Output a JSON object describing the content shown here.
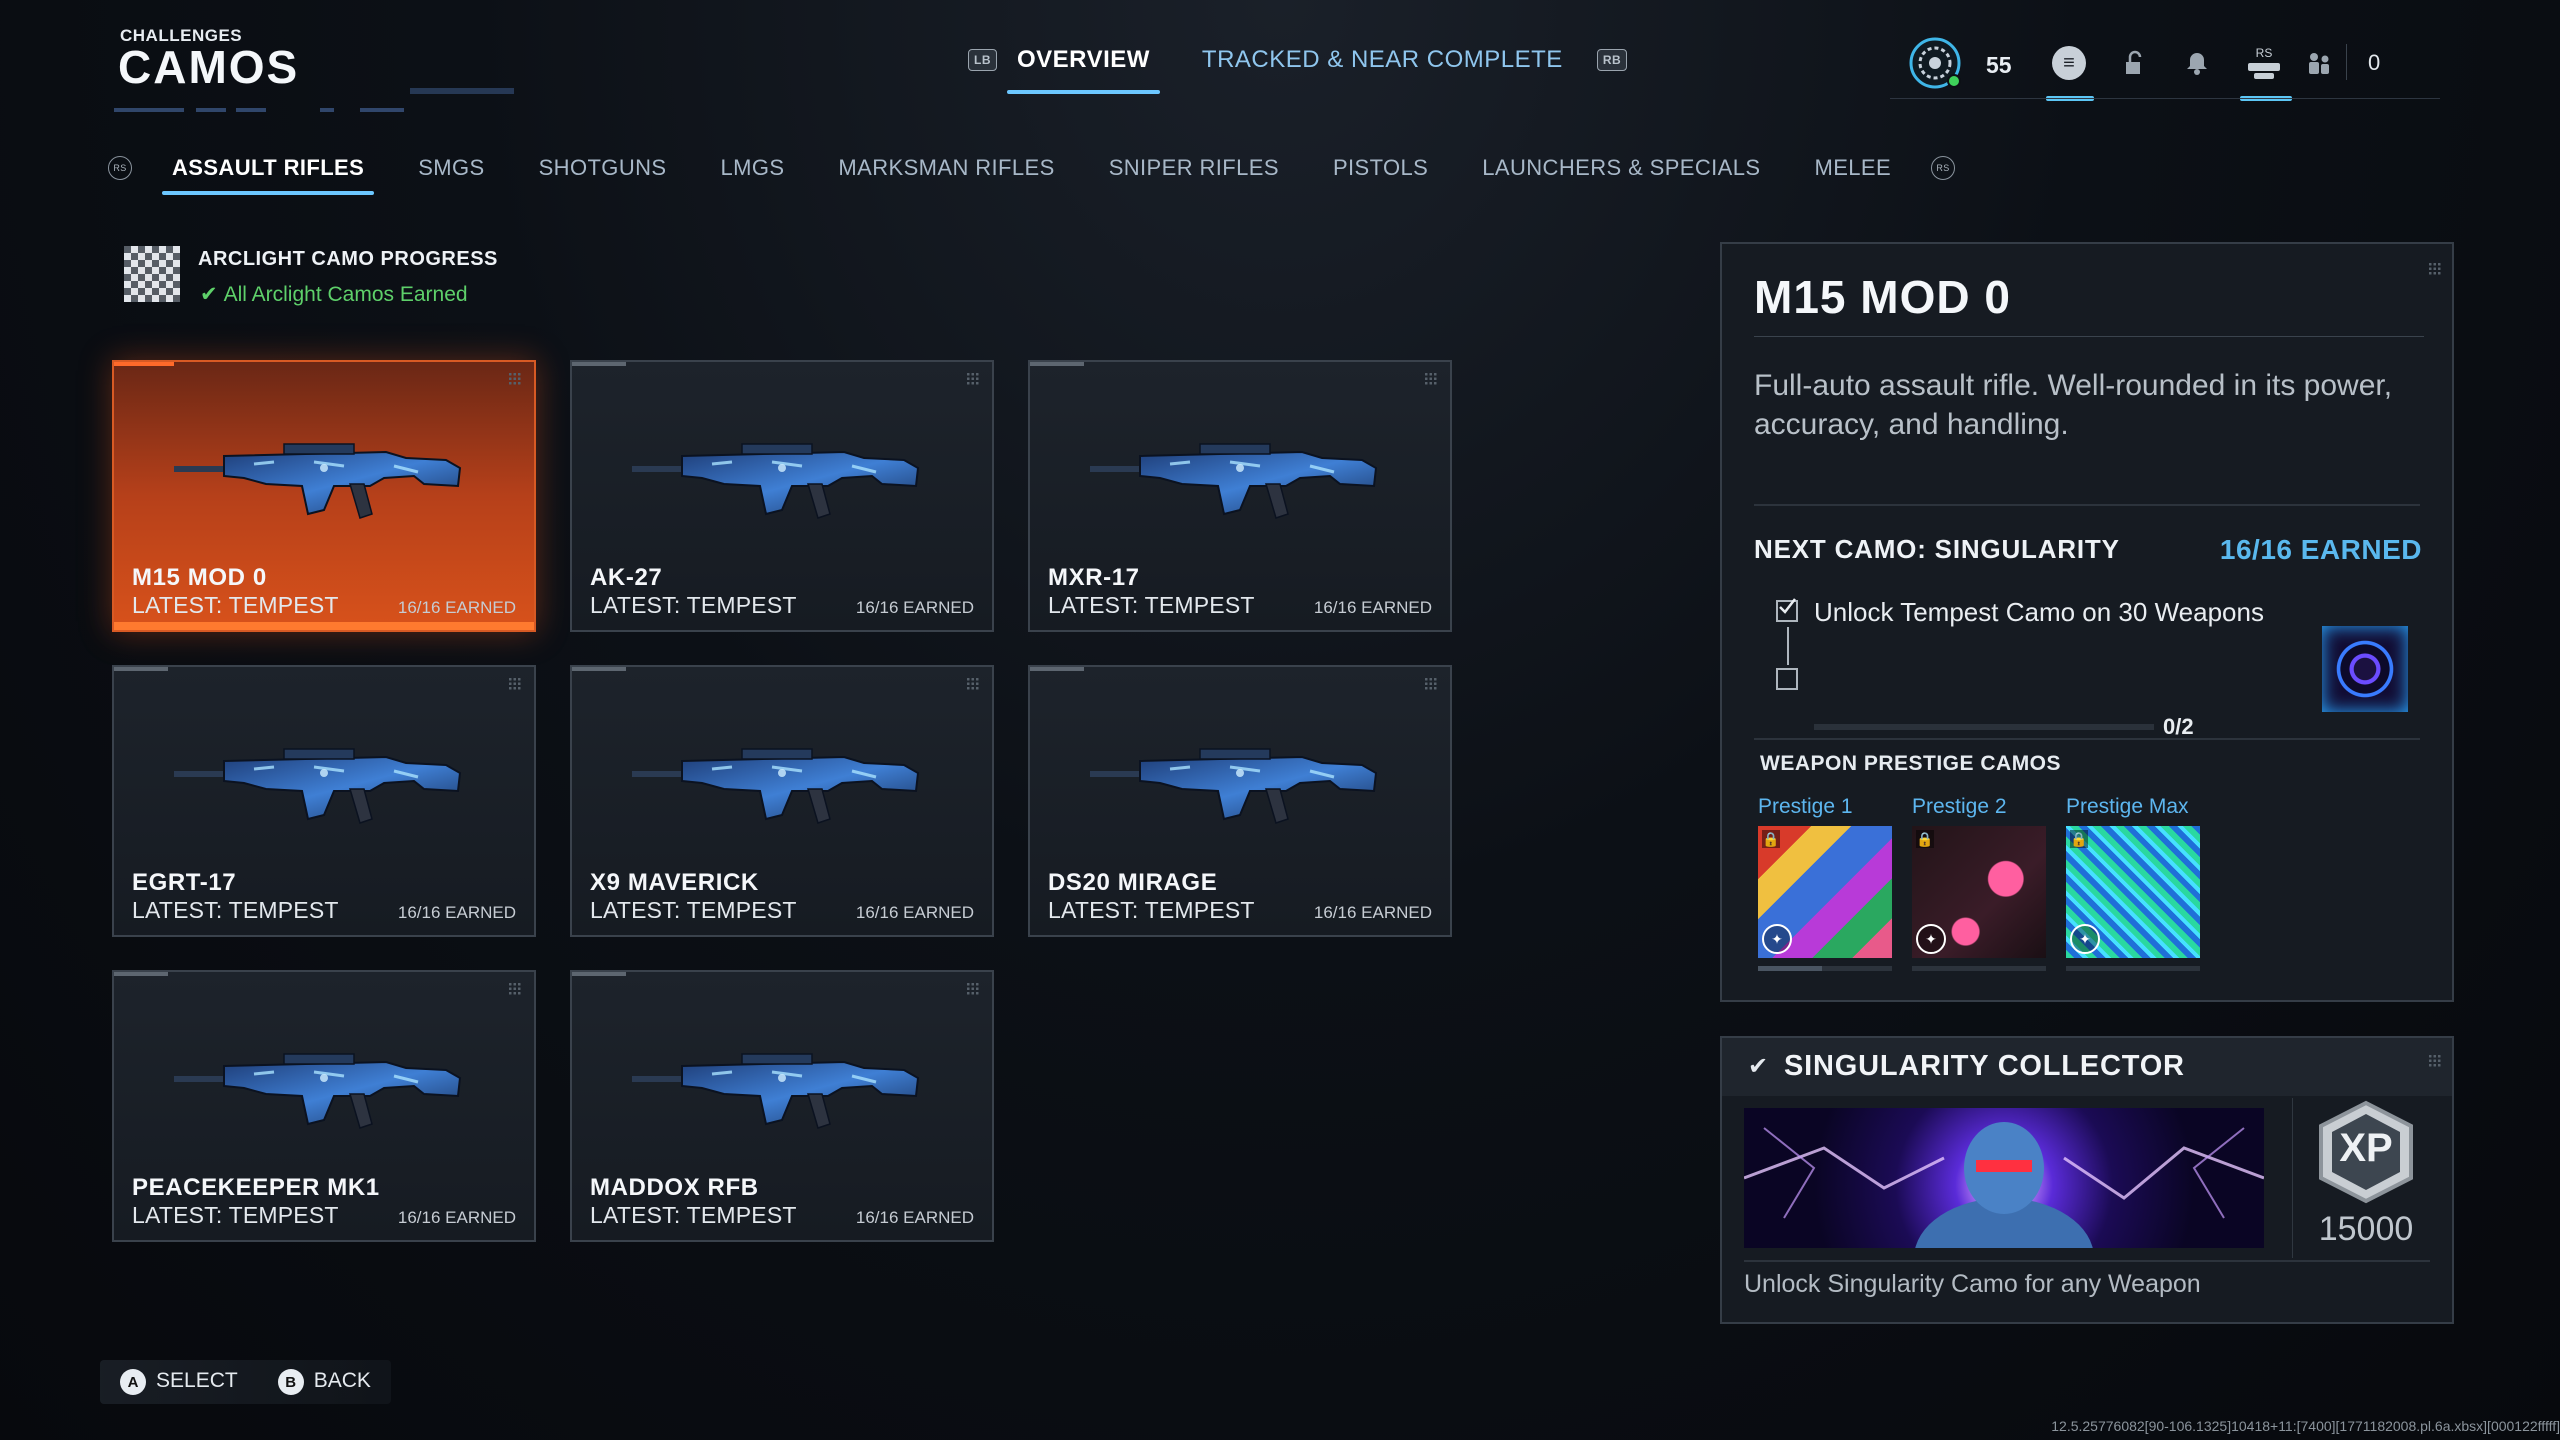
{
  "header": {
    "section": "CHALLENGES",
    "title": "CAMOS"
  },
  "topnav": {
    "lb": "LB",
    "rb": "RB",
    "tabs": [
      {
        "label": "OVERVIEW",
        "active": true
      },
      {
        "label": "TRACKED & NEAR COMPLETE",
        "active": false
      }
    ]
  },
  "topright": {
    "level": "55",
    "rs": "RS",
    "count": "0"
  },
  "categories": {
    "lt": "RS",
    "rt": "RS",
    "tabs": [
      {
        "label": "ASSAULT RIFLES",
        "active": true
      },
      {
        "label": "SMGS",
        "active": false
      },
      {
        "label": "SHOTGUNS",
        "active": false
      },
      {
        "label": "LMGS",
        "active": false
      },
      {
        "label": "MARKSMAN RIFLES",
        "active": false
      },
      {
        "label": "SNIPER RIFLES",
        "active": false
      },
      {
        "label": "PISTOLS",
        "active": false
      },
      {
        "label": "LAUNCHERS & SPECIALS",
        "active": false
      },
      {
        "label": "MELEE",
        "active": false
      }
    ]
  },
  "arclight": {
    "title": "ARCLIGHT CAMO PROGRESS",
    "status": "All Arclight Camos Earned"
  },
  "weapons": [
    {
      "name": "M15 MOD 0",
      "latest": "LATEST: TEMPEST",
      "earned": "16/16 EARNED",
      "selected": true
    },
    {
      "name": "AK-27",
      "latest": "LATEST: TEMPEST",
      "earned": "16/16 EARNED",
      "selected": false
    },
    {
      "name": "MXR-17",
      "latest": "LATEST: TEMPEST",
      "earned": "16/16 EARNED",
      "selected": false
    },
    {
      "name": "EGRT-17",
      "latest": "LATEST: TEMPEST",
      "earned": "16/16 EARNED",
      "selected": false
    },
    {
      "name": "X9 MAVERICK",
      "latest": "LATEST: TEMPEST",
      "earned": "16/16 EARNED",
      "selected": false
    },
    {
      "name": "DS20 MIRAGE",
      "latest": "LATEST: TEMPEST",
      "earned": "16/16 EARNED",
      "selected": false
    },
    {
      "name": "PEACEKEEPER MK1",
      "latest": "LATEST: TEMPEST",
      "earned": "16/16 EARNED",
      "selected": false
    },
    {
      "name": "MADDOX RFB",
      "latest": "LATEST: TEMPEST",
      "earned": "16/16 EARNED",
      "selected": false
    }
  ],
  "detail": {
    "title": "M15 MOD 0",
    "description": "Full-auto assault rifle. Well-rounded in its power, accuracy, and handling.",
    "next_camo": "NEXT CAMO: SINGULARITY",
    "next_earned": "16/16 EARNED",
    "task": "Unlock Tempest Camo on 30 Weapons",
    "task_checked": true,
    "progress": "0/2",
    "progress_fraction": 0.0,
    "prestige_heading": "WEAPON PRESTIGE CAMOS",
    "prestige": [
      {
        "label": "Prestige 1"
      },
      {
        "label": "Prestige 2"
      },
      {
        "label": "Prestige Max"
      }
    ]
  },
  "collector": {
    "title": "SINGULARITY COLLECTOR",
    "xp_badge": "XP",
    "xp": "15000",
    "description": "Unlock Singularity Camo for any Weapon"
  },
  "footer": {
    "select_btn": "A",
    "select": "SELECT",
    "back_btn": "B",
    "back": "BACK"
  },
  "build": "12.5.25776082[90-106.1325]10418+11:[7400][1771182008.pl.6a.xbsx][000122fffff]",
  "colors": {
    "accent": "#6cc7ff",
    "selected": "#d8521b",
    "success": "#5ed06a"
  }
}
